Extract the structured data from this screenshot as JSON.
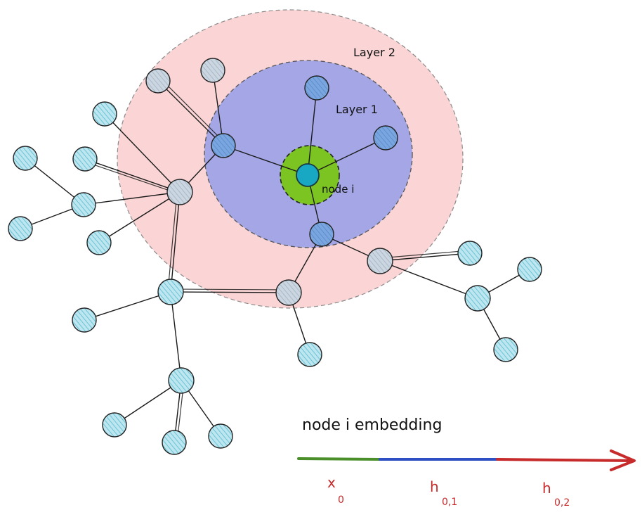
{
  "labels": {
    "layer2": "Layer 2",
    "layer1": "Layer 1",
    "node_i": "node i",
    "embedding_title": "node i embedding",
    "seg0": "x",
    "seg0_sub": "0",
    "seg1": "h",
    "seg1_sub": "0,1",
    "seg2": "h",
    "seg2_sub": "0,2"
  },
  "colors": {
    "layer2_fill": "#fbd5d5",
    "layer1_fill": "#a4a6e6",
    "center_fill": "#7cc422",
    "node_i_fill": "#18a8c4",
    "inner_node_fill": "#6f9fde",
    "gray_node_fill": "#c9d3de",
    "outer_node_fill": "#b7e4ef",
    "hatch": "#4fb7c9",
    "seg0": "#4a8f2a",
    "seg1": "#2f4fc4",
    "seg2": "#c62a2a"
  }
}
